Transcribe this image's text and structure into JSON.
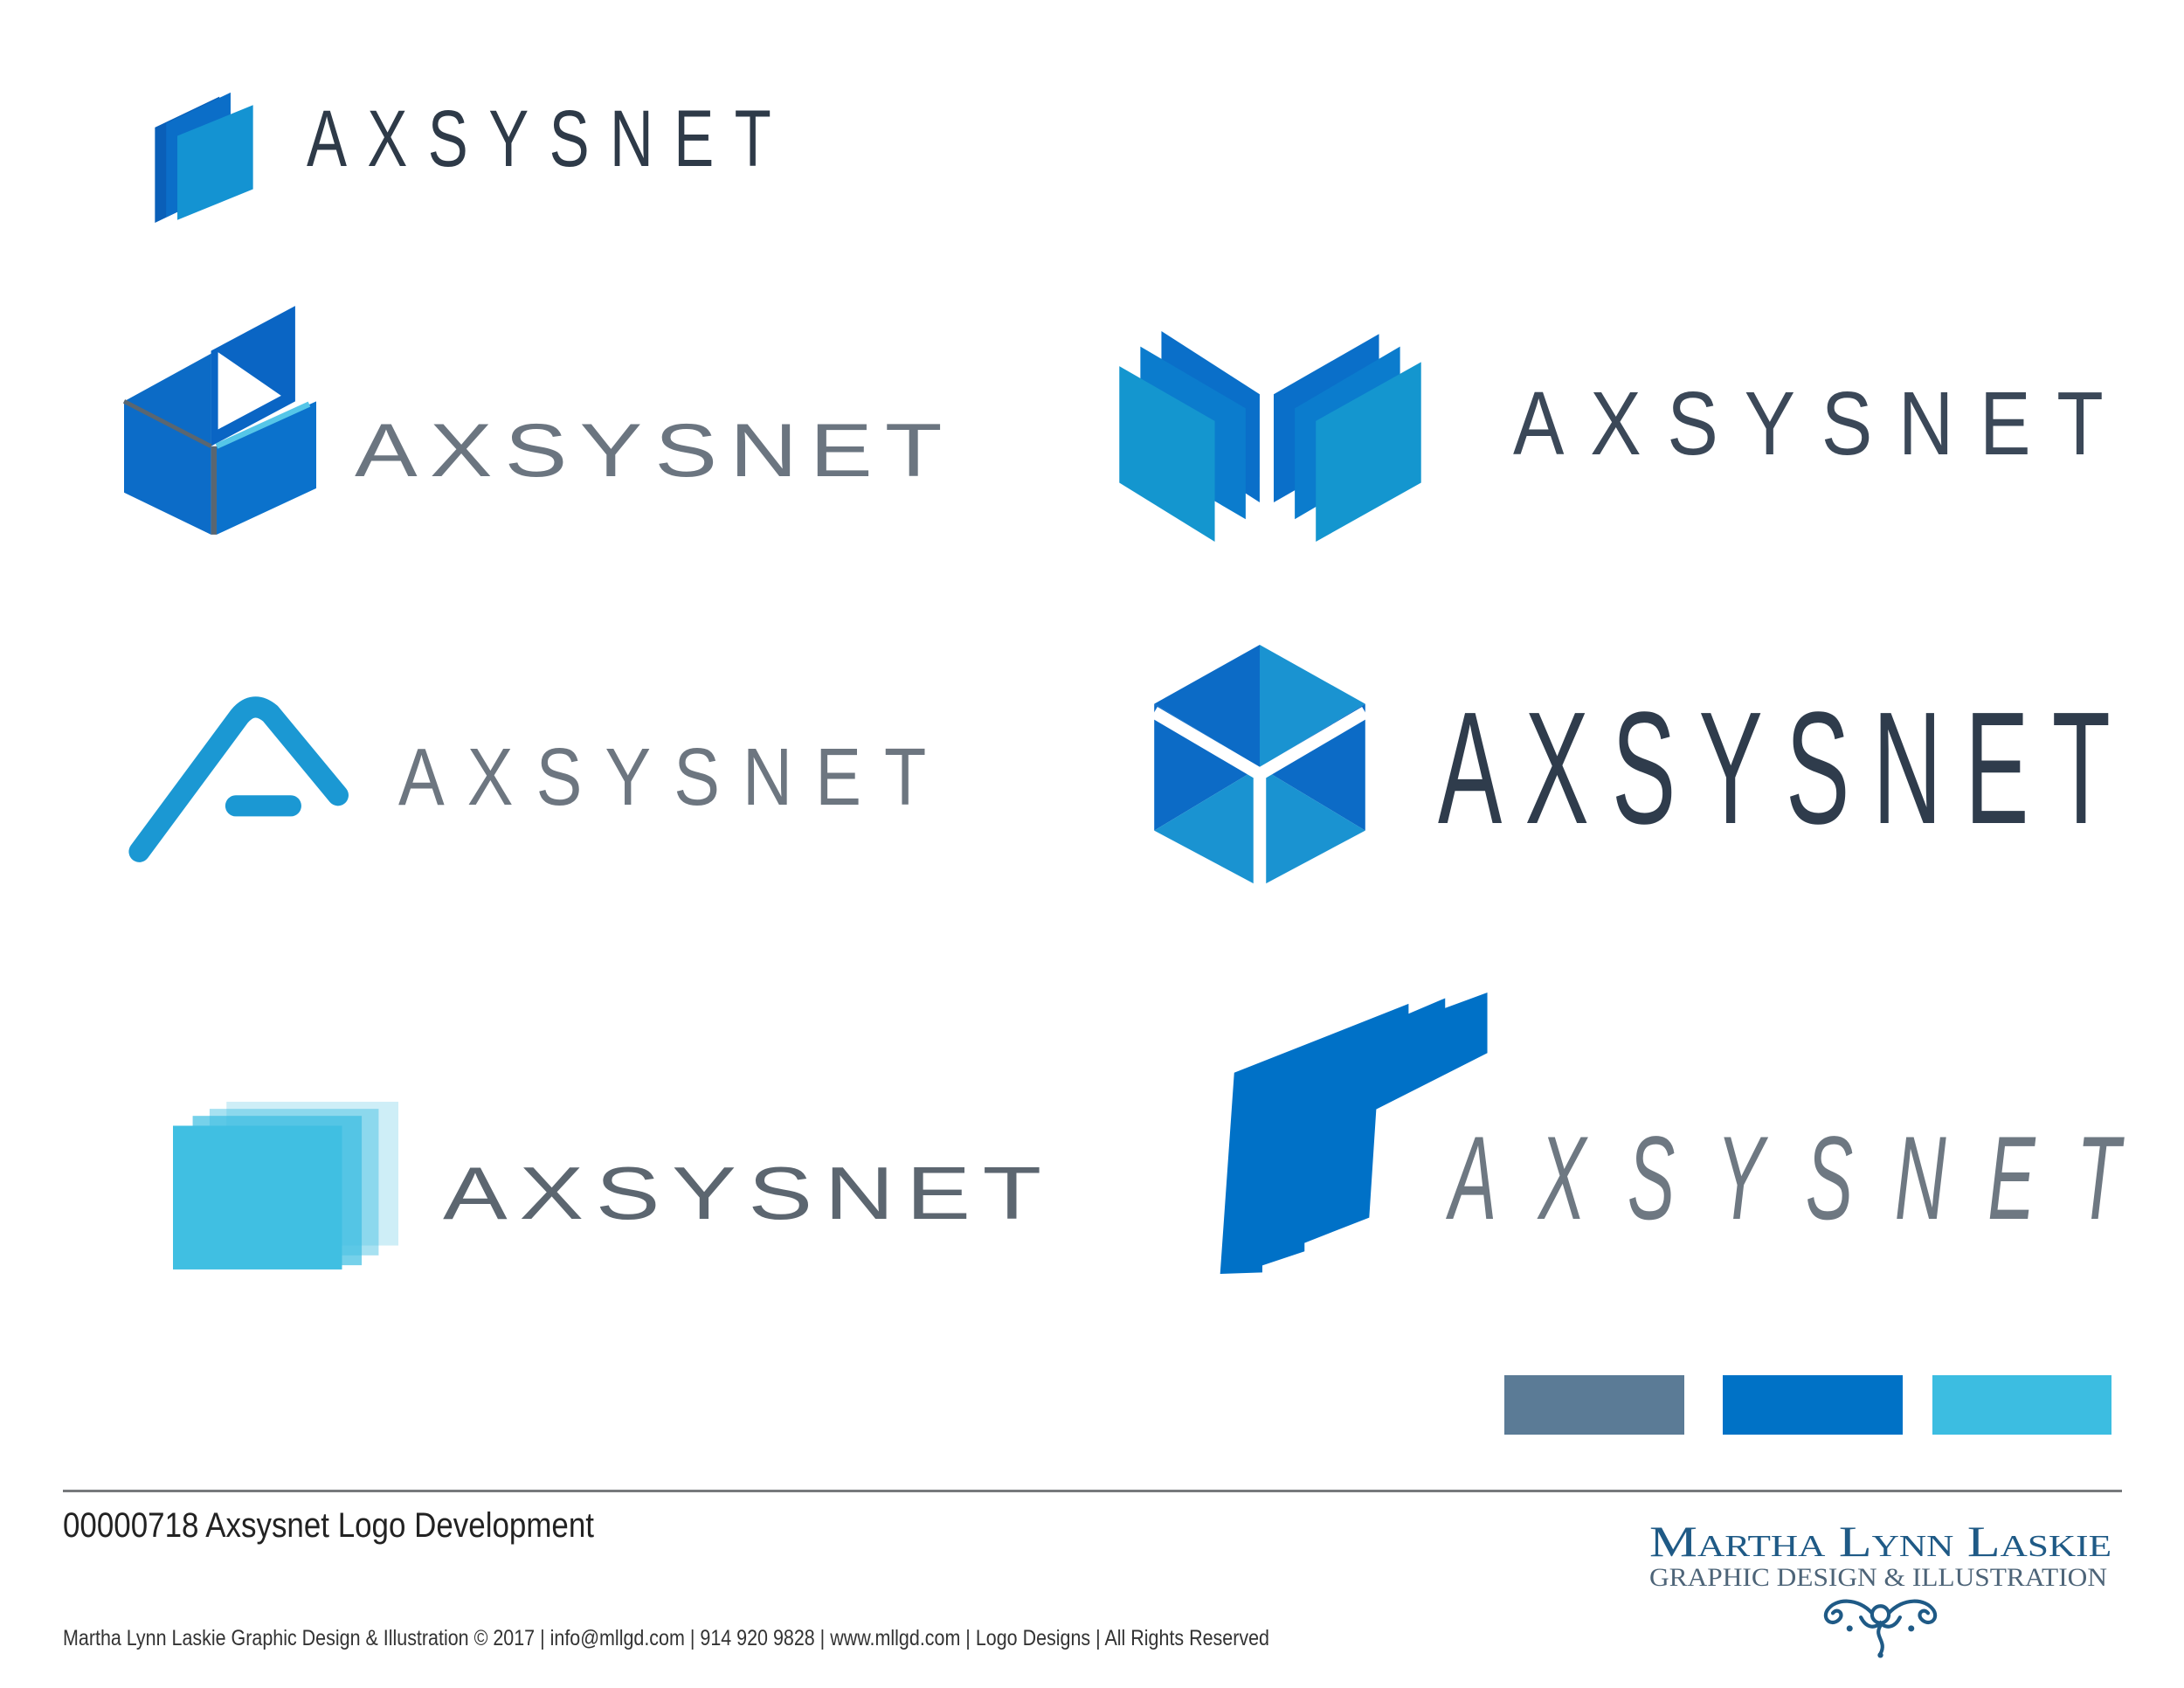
{
  "logos": [
    {
      "wordmark": "AXSYSNET",
      "icon": "stacked-panels-icon"
    },
    {
      "wordmark": "AXSYSNET",
      "icon": "cube-play-icon"
    },
    {
      "wordmark": "AXSYSNET",
      "icon": "open-book-icon"
    },
    {
      "wordmark": "AXSYSNET",
      "icon": "a-arc-icon"
    },
    {
      "wordmark": "AXSYSNET",
      "icon": "hexagon-cube-icon"
    },
    {
      "wordmark": "AXSYSNET",
      "icon": "fading-squares-icon"
    },
    {
      "wordmark": "AXSYSNET",
      "icon": "bold-angle-icon"
    }
  ],
  "palette": [
    {
      "color": "#5b7b96"
    },
    {
      "color": "#0072c6"
    },
    {
      "color": "#3cbde1"
    }
  ],
  "footer": {
    "project_title": "00000718 Axsysnet Logo Development",
    "credits": "Martha Lynn Laskie Graphic Design & Illustration © 2017 | info@mllgd.com | 914 920 9828 | www.mllgd.com | Logo Designs | All Rights Reserved"
  },
  "branding": {
    "name": "Martha Lynn Laskie",
    "tagline": "GRAPHIC DESIGN & ILLUSTRATION",
    "ornament_icon": "ornament-icon"
  }
}
